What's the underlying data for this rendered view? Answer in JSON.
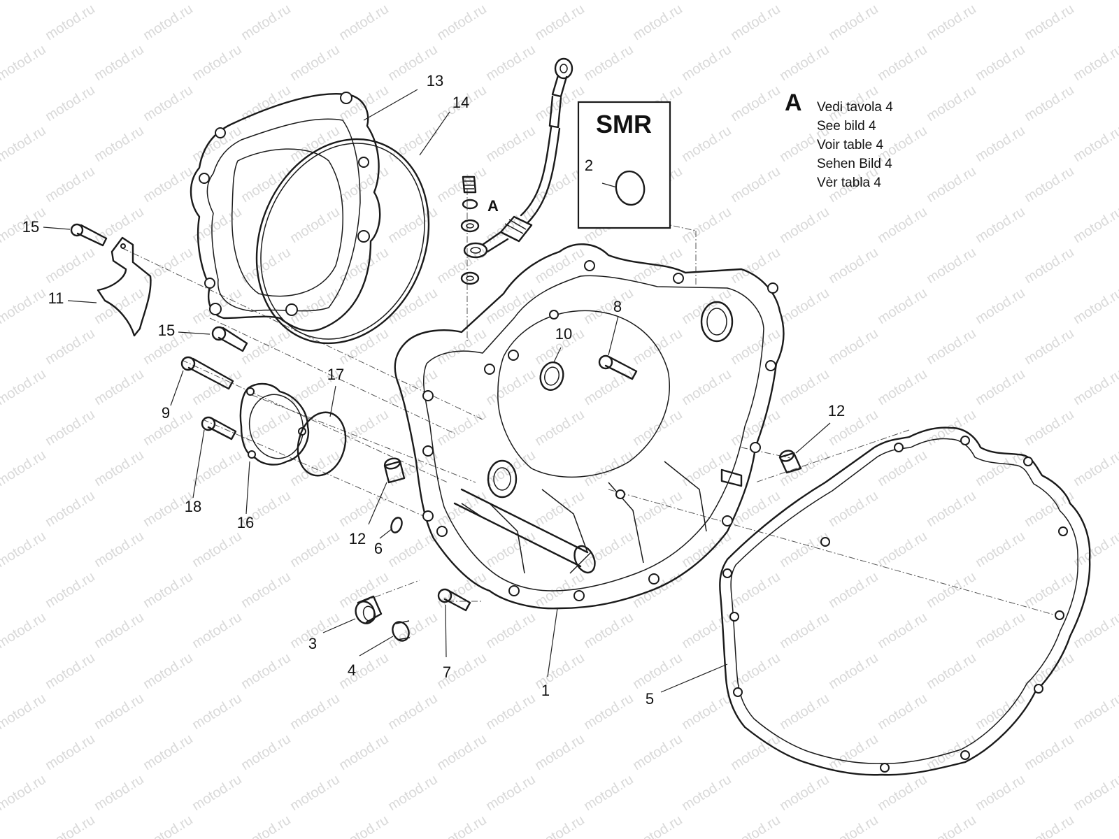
{
  "watermark": "motod.ru",
  "smr_box": {
    "title": "SMR"
  },
  "callout_a_label": "A",
  "note": {
    "letter": "A",
    "lines": [
      "Vedi tavola 4",
      "See bild 4",
      "Voir table 4",
      "Sehen Bild 4",
      "Vèr tabla 4"
    ]
  },
  "callouts": [
    {
      "id": "c13",
      "text": "13"
    },
    {
      "id": "c14",
      "text": "14"
    },
    {
      "id": "c15a",
      "text": "15"
    },
    {
      "id": "c11",
      "text": "11"
    },
    {
      "id": "c15b",
      "text": "15"
    },
    {
      "id": "c9",
      "text": "9"
    },
    {
      "id": "c18",
      "text": "18"
    },
    {
      "id": "c16",
      "text": "16"
    },
    {
      "id": "c17",
      "text": "17"
    },
    {
      "id": "c12a",
      "text": "12"
    },
    {
      "id": "c6",
      "text": "6"
    },
    {
      "id": "c3",
      "text": "3"
    },
    {
      "id": "c4",
      "text": "4"
    },
    {
      "id": "c7",
      "text": "7"
    },
    {
      "id": "c1",
      "text": "1"
    },
    {
      "id": "c5",
      "text": "5"
    },
    {
      "id": "c10",
      "text": "10"
    },
    {
      "id": "c8",
      "text": "8"
    },
    {
      "id": "c12b",
      "text": "12"
    },
    {
      "id": "c2",
      "text": "2"
    }
  ]
}
